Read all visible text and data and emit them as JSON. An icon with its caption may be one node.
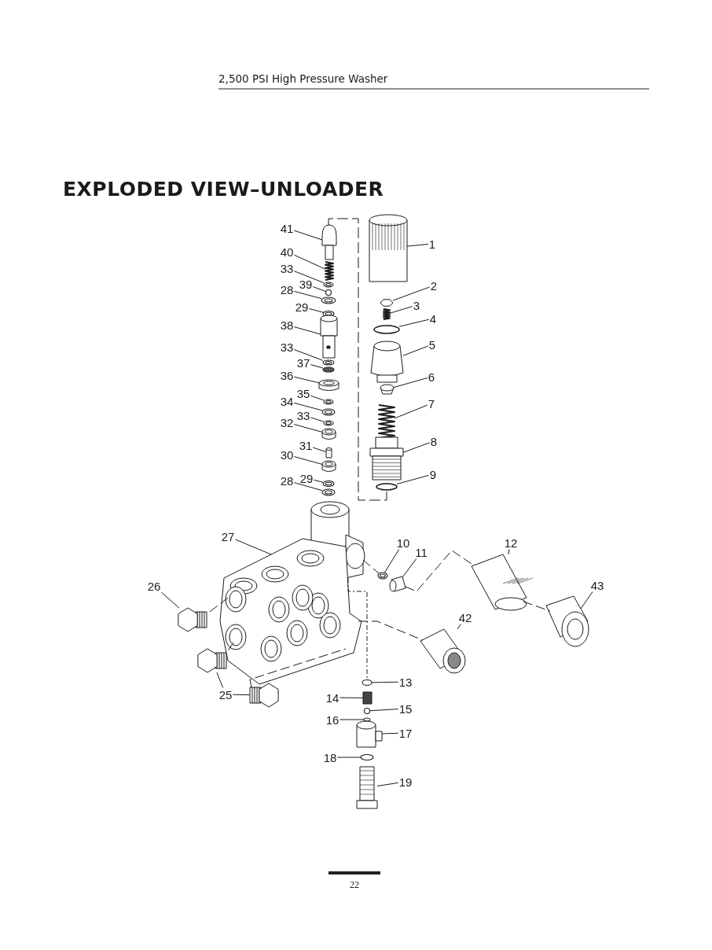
{
  "diagram": {
    "title": "EXPLODED VIEW–UNLOADER",
    "nodes": [
      {
        "text": [
          "41"
        ]
      },
      {
        "text": [
          "40"
        ]
      },
      {
        "text": [
          "33"
        ]
      },
      {
        "text": [
          "39"
        ]
      },
      {
        "text": [
          "28"
        ]
      },
      {
        "text": [
          "29"
        ]
      },
      {
        "text": [
          "38"
        ]
      },
      {
        "text": [
          "33"
        ]
      },
      {
        "text": [
          "37"
        ]
      },
      {
        "text": [
          "36"
        ]
      },
      {
        "text": [
          "35"
        ]
      },
      {
        "text": [
          "34"
        ]
      },
      {
        "text": [
          "33"
        ]
      },
      {
        "text": [
          "32"
        ]
      },
      {
        "text": [
          "31"
        ]
      },
      {
        "text": [
          "30"
        ]
      },
      {
        "text": [
          "29"
        ]
      },
      {
        "text": [
          "28"
        ]
      },
      {
        "text": [
          "1"
        ]
      },
      {
        "text": [
          "2"
        ]
      },
      {
        "text": [
          "3"
        ]
      },
      {
        "text": [
          "4"
        ]
      },
      {
        "text": [
          "5"
        ]
      },
      {
        "text": [
          "6"
        ]
      },
      {
        "text": [
          "7"
        ]
      },
      {
        "text": [
          "8"
        ]
      },
      {
        "text": [
          "9"
        ]
      },
      {
        "text": [
          "27"
        ]
      },
      {
        "text": [
          "10"
        ]
      },
      {
        "text": [
          "11"
        ]
      },
      {
        "text": [
          "12"
        ]
      },
      {
        "text": [
          "26"
        ]
      },
      {
        "text": [
          "43"
        ]
      },
      {
        "text": [
          "42"
        ]
      },
      {
        "text": [
          "13"
        ]
      },
      {
        "text": [
          "14"
        ]
      },
      {
        "text": [
          "25"
        ]
      },
      {
        "text": [
          "15"
        ]
      },
      {
        "text": [
          "16"
        ]
      },
      {
        "text": [
          "17"
        ]
      },
      {
        "text": [
          "18"
        ]
      },
      {
        "text": [
          "19"
        ]
      },
      {
        "text": [],
        "shape": "box"
      },
      {
        "text": [],
        "shape": "picture"
      },
      {
        "text": [],
        "shape": "circle"
      },
      {
        "text": [],
        "shape": "circle"
      },
      {
        "text": [],
        "shape": "circle"
      },
      {
        "text": [],
        "shape": "circle"
      },
      {
        "text": [],
        "shape": "picture"
      },
      {
        "text": [],
        "shape": "circle"
      },
      {
        "text": [],
        "shape": "circle"
      },
      {
        "text": [],
        "shape": "cylinder"
      },
      {
        "text": [],
        "shape": "circle"
      },
      {
        "text": [],
        "shape": "circle"
      },
      {
        "text": [],
        "shape": "circle"
      },
      {
        "text": [],
        "shape": "cylinder"
      },
      {
        "text": [],
        "shape": "box"
      },
      {
        "text": [],
        "shape": "cylinder"
      },
      {
        "text": [],
        "shape": "circle"
      },
      {
        "text": [],
        "shape": "circle"
      },
      {
        "text": [],
        "shape": "cylinder"
      },
      {
        "text": [],
        "shape": "box"
      },
      {
        "text": [],
        "shape": "picture"
      },
      {
        "text": [],
        "shape": "circle"
      },
      {
        "text": [],
        "shape": "box"
      },
      {
        "text": [],
        "shape": "cylinder"
      },
      {
        "text": [],
        "shape": "picture"
      },
      {
        "text": [],
        "shape": "picture"
      },
      {
        "text": [],
        "shape": "circle"
      },
      {
        "text": [],
        "shape": "picture"
      },
      {
        "text": [],
        "shape": "circle"
      },
      {
        "text": [],
        "shape": "box"
      },
      {
        "text": [],
        "shape": "picture"
      },
      {
        "text": [],
        "shape": "picture"
      },
      {
        "text": [],
        "shape": "picture"
      },
      {
        "text": [],
        "shape": "picture"
      },
      {
        "text": [],
        "shape": "circle"
      },
      {
        "text": [],
        "shape": "box"
      },
      {
        "text": [],
        "shape": "picture"
      },
      {
        "text": [],
        "shape": "picture"
      },
      {
        "text": [],
        "shape": "circle"
      },
      {
        "text": [],
        "shape": "circle"
      },
      {
        "text": [],
        "shape": "cylinder"
      },
      {
        "text": [],
        "shape": "circle"
      },
      {
        "text": [],
        "shape": "picture"
      }
    ],
    "edges": [
      {
        "from": 0,
        "to": 42,
        "arrow": "none"
      },
      {
        "from": 1,
        "to": 43,
        "arrow": "none"
      },
      {
        "from": 2,
        "to": 44,
        "arrow": "none"
      },
      {
        "from": 3,
        "to": 45,
        "arrow": "none"
      },
      {
        "from": 4,
        "to": 46,
        "arrow": "none"
      },
      {
        "from": 5,
        "to": 47,
        "arrow": "none"
      },
      {
        "from": 6,
        "to": 48,
        "arrow": "none"
      },
      {
        "from": 7,
        "to": 49,
        "arrow": "none"
      },
      {
        "from": 8,
        "to": 50,
        "arrow": "none"
      },
      {
        "from": 9,
        "to": 51,
        "arrow": "none"
      },
      {
        "from": 10,
        "to": 52,
        "arrow": "none"
      },
      {
        "from": 11,
        "to": 53,
        "arrow": "none"
      },
      {
        "from": 12,
        "to": 54,
        "arrow": "none"
      },
      {
        "from": 13,
        "to": 55,
        "arrow": "none"
      },
      {
        "from": 14,
        "to": 56,
        "arrow": "none"
      },
      {
        "from": 15,
        "to": 57,
        "arrow": "none"
      },
      {
        "from": 16,
        "to": 58,
        "arrow": "none"
      },
      {
        "from": 17,
        "to": 59,
        "arrow": "none"
      },
      {
        "from": 18,
        "to": 60,
        "arrow": "none"
      },
      {
        "from": 19,
        "to": 61,
        "arrow": "none"
      },
      {
        "from": 20,
        "to": 62,
        "arrow": "none"
      },
      {
        "from": 21,
        "to": 63,
        "arrow": "none"
      },
      {
        "from": 22,
        "to": 64,
        "arrow": "none"
      },
      {
        "from": 23,
        "to": 65,
        "arrow": "none"
      },
      {
        "from": 24,
        "to": 66,
        "arrow": "none"
      },
      {
        "from": 25,
        "to": 67,
        "arrow": "none"
      },
      {
        "from": 26,
        "to": 68,
        "arrow": "none"
      },
      {
        "from": 27,
        "to": 69,
        "arrow": "none"
      },
      {
        "from": 28,
        "to": 70,
        "arrow": "none"
      },
      {
        "from": 29,
        "to": 71,
        "arrow": "none"
      },
      {
        "from": 30,
        "to": 72,
        "arrow": "none"
      },
      {
        "from": 31,
        "to": 73,
        "arrow": "none"
      },
      {
        "from": 32,
        "to": 74,
        "arrow": "none"
      },
      {
        "from": 33,
        "to": 75,
        "arrow": "none"
      },
      {
        "from": 34,
        "to": 76,
        "arrow": "none"
      },
      {
        "from": 35,
        "to": 77,
        "arrow": "none"
      },
      {
        "from": 36,
        "to": 78,
        "arrow": "none"
      },
      {
        "from": 36,
        "to": 79,
        "arrow": "none"
      },
      {
        "from": 37,
        "to": 80,
        "arrow": "none"
      },
      {
        "from": 38,
        "to": 81,
        "arrow": "none"
      },
      {
        "from": 39,
        "to": 82,
        "arrow": "none"
      },
      {
        "from": 40,
        "to": 83,
        "arrow": "none"
      },
      {
        "from": 41,
        "to": 84,
        "arrow": "none"
      },
      {
        "from": 42,
        "to": 68,
        "arrow": "none",
        "style": "dashed"
      },
      {
        "from": 69,
        "to": 73,
        "arrow": "none",
        "style": "dashed"
      },
      {
        "from": 69,
        "to": 78,
        "arrow": "none",
        "style": "dashed"
      },
      {
        "from": 79,
        "to": 69,
        "arrow": "none",
        "style": "dashed"
      },
      {
        "from": 69,
        "to": 70,
        "arrow": "none",
        "style": "dashed"
      },
      {
        "from": 71,
        "to": 72,
        "arrow": "none",
        "style": "dashed"
      },
      {
        "from": 72,
        "to": 74,
        "arrow": "none",
        "style": "dashed"
      },
      {
        "from": 69,
        "to": 75,
        "arrow": "none",
        "style": "dashed"
      },
      {
        "from": 69,
        "to": 76,
        "arrow": "none",
        "style": "dashed"
      }
    ],
    "labels": [
      "2,500 PSI High Pressure Washer",
      "22"
    ]
  }
}
